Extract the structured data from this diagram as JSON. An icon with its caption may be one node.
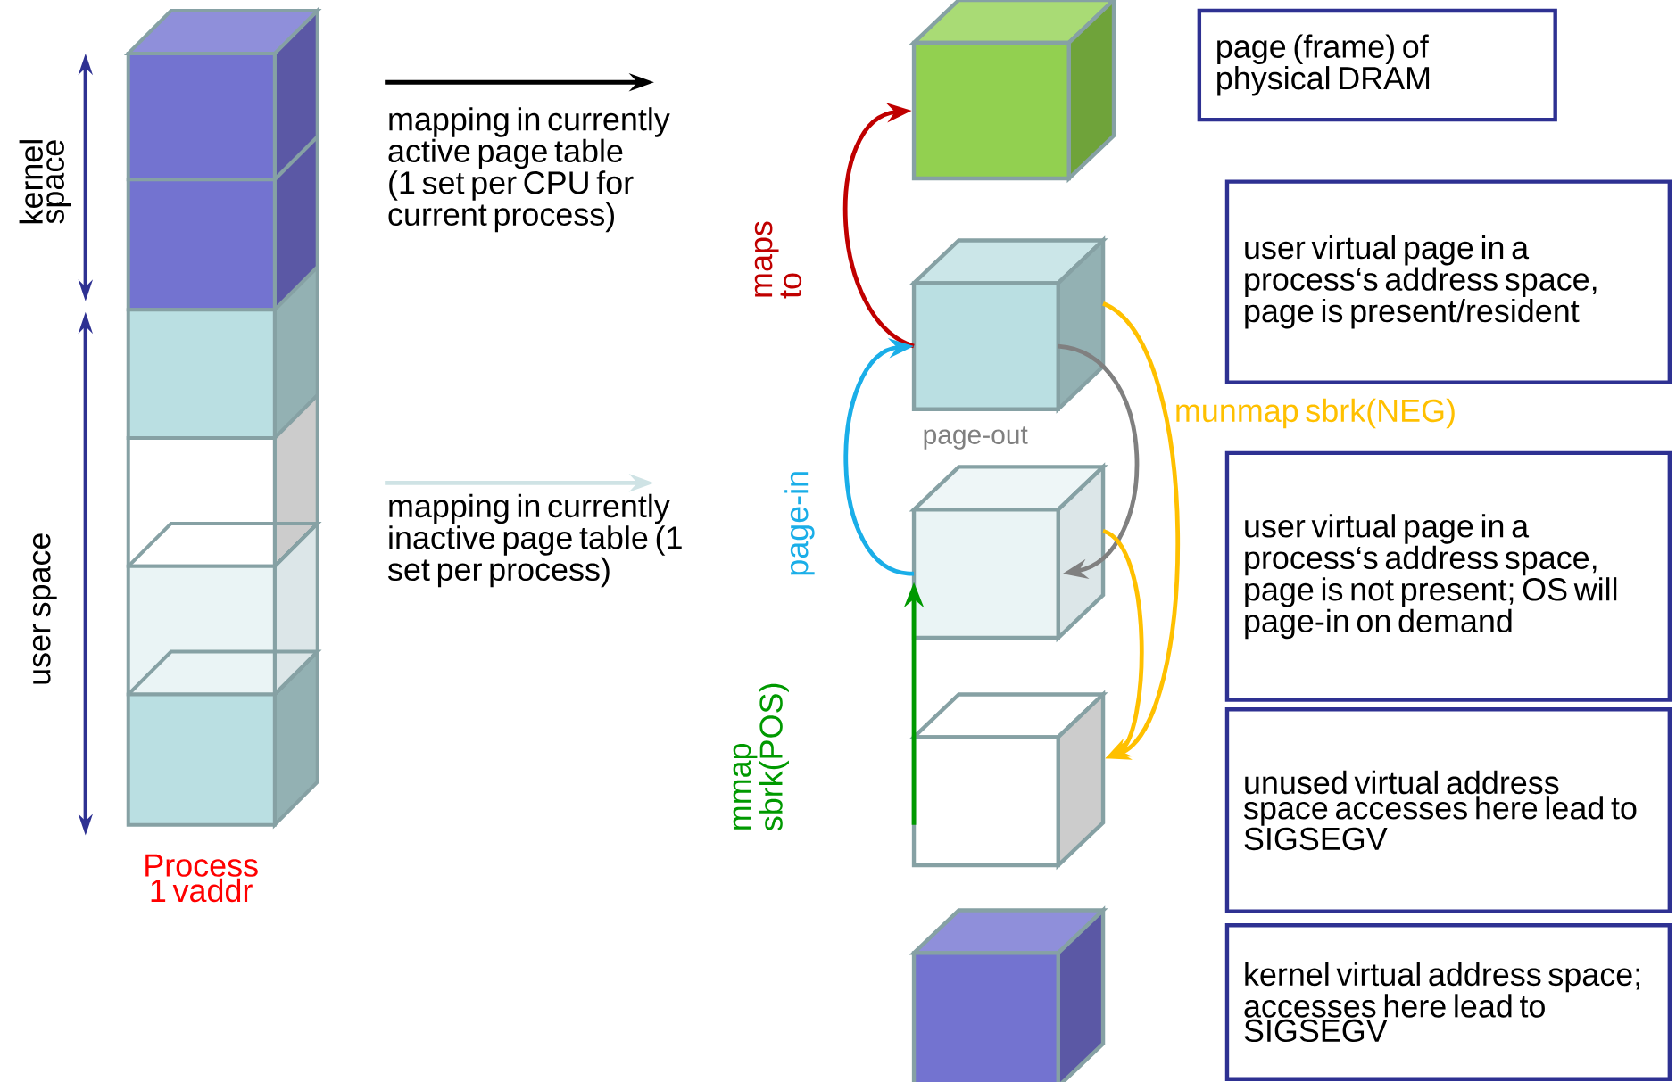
{
  "diagram": {
    "nodes": [
      {
        "text": [],
        "shape": "box"
      },
      {
        "text": [],
        "shape": "box"
      },
      {
        "text": [],
        "shape": "box"
      },
      {
        "text": [],
        "shape": "box"
      },
      {
        "text": [],
        "shape": "box"
      },
      {
        "text": [
          "page (frame) of physical DRAM"
        ]
      },
      {
        "text": [
          "user virtual page in a process‘s address space, page is present/resident"
        ]
      },
      {
        "text": [
          "user virtual page in a process‘s address space, page is not present; OS will page-in on demand"
        ]
      },
      {
        "text": [
          "unused virtual address space accesses here lead to SIGSEGV"
        ]
      },
      {
        "text": [
          "kernel virtual address space; accesses here lead to SIGSEGV"
        ]
      }
    ],
    "edges": [
      {
        "from": 1,
        "to": 0,
        "arrow": "to",
        "label": "maps to",
        "color": "#c00000"
      },
      {
        "from": 2,
        "to": 1,
        "arrow": "to",
        "label": "page-in",
        "color": "#1aaee8"
      },
      {
        "from": 1,
        "to": 2,
        "arrow": "to",
        "label": "page-out",
        "color": "#808080"
      },
      {
        "from": 1,
        "to": 3,
        "arrow": "to",
        "label": "munmap sbrk(NEG)",
        "color": "#ffc000"
      },
      {
        "from": 2,
        "to": 3,
        "arrow": "to",
        "color": "#ffc000"
      },
      {
        "from": 3,
        "to": 2,
        "arrow": "to",
        "label": "mmap sbrk(POS)",
        "color": "#009900"
      }
    ],
    "labels": [
      "kernel space",
      "user space",
      "Process 1 vaddr"
    ],
    "legend": [
      {
        "text": "mapping in currently active page table (1 set per CPU for current process)"
      },
      {
        "text": "mapping in currently inactive page table (1 set per process)"
      }
    ]
  }
}
